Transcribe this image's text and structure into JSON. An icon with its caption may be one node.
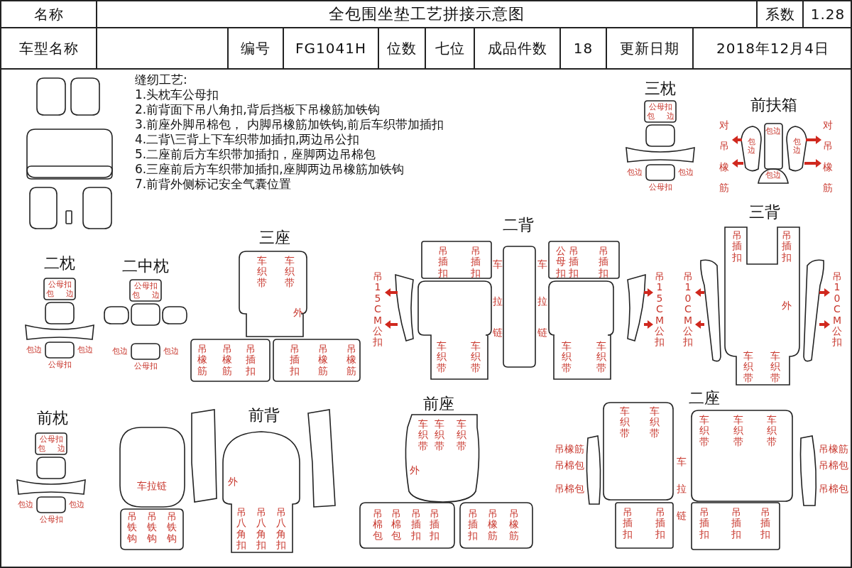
{
  "diagram": {
    "title": "全包围坐垫工艺拼接示意图",
    "labels": [
      "名称",
      "系数",
      "1.28",
      "车型名称",
      "编号",
      "FG1041H",
      "位数",
      "七位",
      "成品件数",
      "18",
      "更新日期",
      "2018年12月4日",
      "缝纫工艺:",
      "1.头枕车公母扣",
      "2.前背面下吊八角扣,背后挡板下吊橡筋加铁钩",
      "3.前座外脚吊棉包， 内脚吊橡筋加铁钩,前后车织带加插扣",
      "4.二背\\三背上下车织带加插扣,两边吊公扣",
      "5.二座前后方车织带加插扣，座脚两边吊棉包",
      "6.三座前后方车织带加插扣,座脚两边吊橡筋加铁钩",
      "7.前背外侧标记安全气囊位置",
      "三枕",
      "公母扣",
      "包",
      "边",
      "包边",
      "包边",
      "公母扣",
      "前扶箱",
      "对吊橡筋",
      "包边",
      "包边",
      "包边",
      "对吊橡筋",
      "包边",
      "三背",
      "吊插扣",
      "吊插扣",
      "吊10CM公扣",
      "外",
      "吊10CM公扣",
      "车织带",
      "车织带",
      "二背",
      "吊插扣",
      "吊插扣",
      "公母扣",
      "吊插扣",
      "吊插扣",
      "吊15CM公扣",
      "车",
      "车",
      "吊15CM公扣",
      "拉",
      "拉",
      "链",
      "链",
      "车织带",
      "车织带",
      "车织带",
      "车织带",
      "三座",
      "车织带",
      "车织带",
      "外",
      "吊橡筋",
      "吊橡筋",
      "吊插扣",
      "吊插扣",
      "吊橡筋",
      "吊橡筋",
      "二枕",
      "公母扣",
      "包",
      "边",
      "包边",
      "包边",
      "公母扣",
      "二中枕",
      "公母扣",
      "包",
      "边",
      "包边",
      "包边",
      "公母扣",
      "前枕",
      "公母扣",
      "包",
      "边",
      "包边",
      "包边",
      "公母扣",
      "前背",
      "吊铁钩",
      "吊铁钩",
      "吊铁钩",
      "车拉链",
      "外",
      "吊八角扣",
      "吊八角扣",
      "吊八角扣",
      "前座",
      "车织带",
      "车织带",
      "车织带",
      "外",
      "吊棉包",
      "吊棉包",
      "吊插扣",
      "吊插扣",
      "吊插扣",
      "吊橡筋",
      "吊橡筋",
      "二座",
      "车织带",
      "车织带",
      "车织带",
      "车织带",
      "车织带",
      "吊橡筋",
      "吊棉包",
      "吊棉包",
      "车",
      "拉",
      "链",
      "吊插扣",
      "吊插扣",
      "吊插扣",
      "吊插扣",
      "吊插扣",
      "吊橡筋",
      "吊棉包",
      "吊棉包"
    ]
  }
}
